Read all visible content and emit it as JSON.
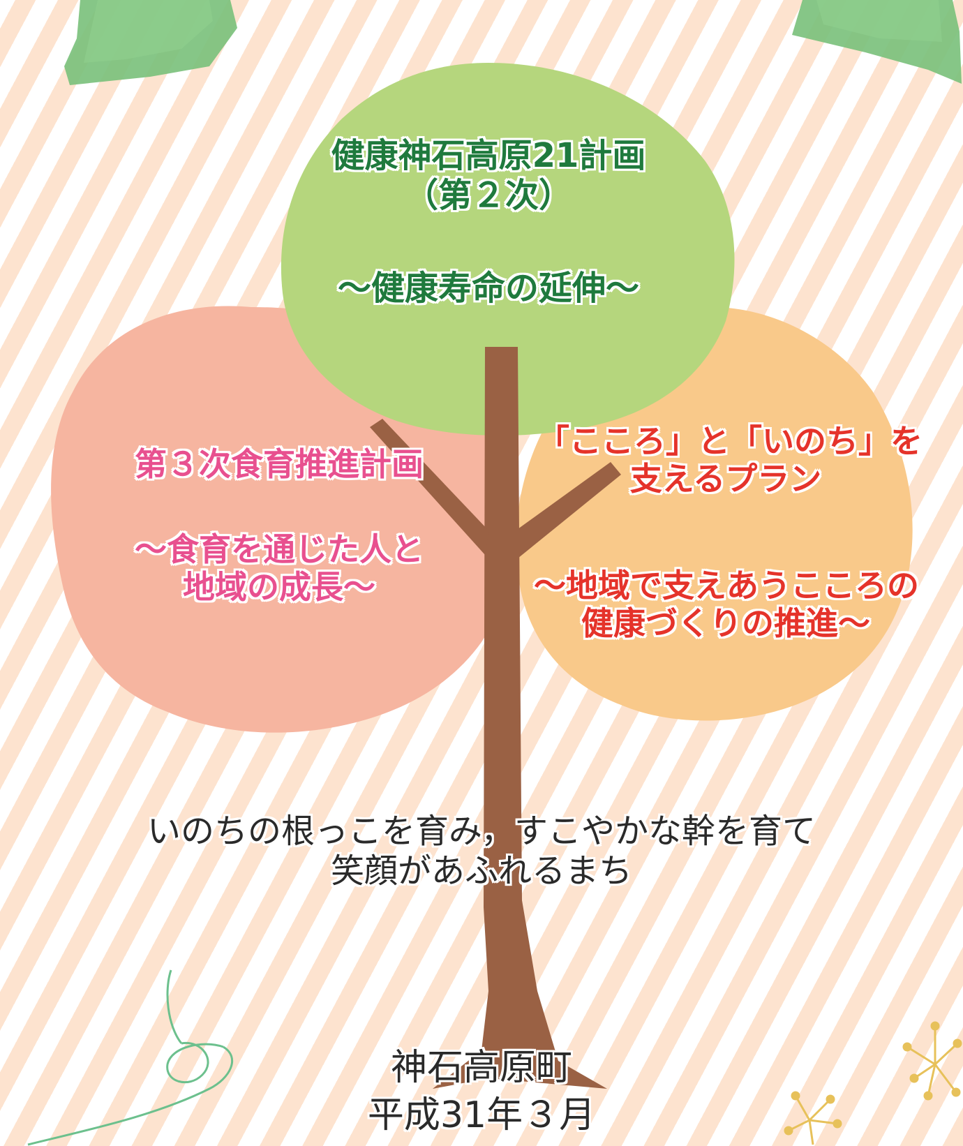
{
  "green_tree": {
    "title_line1": "健康神石高原21計画",
    "title_line2": "（第２次）",
    "subtitle": "～健康寿命の延伸～"
  },
  "pink_tree": {
    "title": "第３次食育推進計画",
    "subtitle_line1": "～食育を通じた人と",
    "subtitle_line2": "地域の成長～"
  },
  "orange_tree": {
    "title_line1": "「こころ」と「いのち」を",
    "title_line2": "支えるプラン",
    "subtitle_line1": "～地域で支えあうこころの",
    "subtitle_line2": "健康づくりの推進～"
  },
  "slogan": {
    "line1": "いのちの根っこを育み，すこやかな幹を育て",
    "line2": "笑顔があふれるまち"
  },
  "footer": {
    "town": "神石高原町",
    "date": "平成31年３月"
  },
  "colors": {
    "green_canopy": "#b5d67d",
    "pink_canopy": "#f6b5a0",
    "orange_canopy": "#f9c98a",
    "trunk": "#9a6144",
    "green_text": "#1f7a3d",
    "pink_text": "#e8508f",
    "red_text": "#e5332a"
  }
}
